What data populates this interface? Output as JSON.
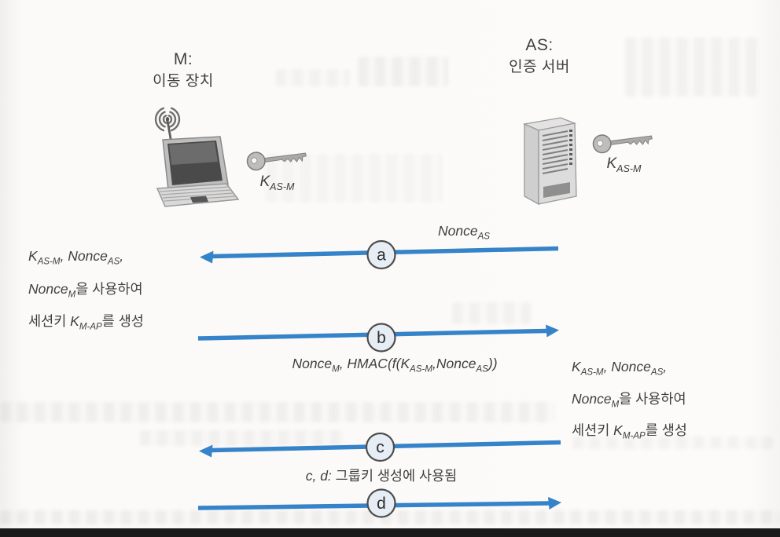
{
  "figure": {
    "entities": {
      "mobile": {
        "name": "M:",
        "role": "이동 장치",
        "key_label": "K_{AS-M}"
      },
      "auth_server": {
        "name": "AS:",
        "role": "인증 서버",
        "key_label": "K_{AS-M}"
      }
    },
    "messages": [
      {
        "id": "a",
        "direction": "to-mobile",
        "label": "Nonce_{AS}"
      },
      {
        "id": "b",
        "direction": "to-server",
        "label": "Nonce_{M}, HMAC(f(K_{AS-M},Nonce_{AS}))"
      },
      {
        "id": "c",
        "direction": "to-mobile",
        "label": ""
      },
      {
        "id": "d",
        "direction": "to-server",
        "label": ""
      }
    ],
    "notes": {
      "mobile_note_lines": [
        "K_{AS-M}, Nonce_{AS},",
        "Nonce_{M}을 사용하여",
        "세션키 K_{M-AP}를 생성"
      ],
      "server_note_lines": [
        "K_{AS-M}, Nonce_{AS},",
        "Nonce_{M}을 사용하여",
        "세션키 K_{M-AP}를 생성"
      ],
      "group_key_note": "c, d: 그룹키 생성에 사용됨"
    },
    "colors": {
      "arrow_blue": "#3583c9",
      "badge_fill": "#e6edf4",
      "badge_stroke": "#4c4c4c",
      "ink": "#3f3f3f"
    }
  }
}
